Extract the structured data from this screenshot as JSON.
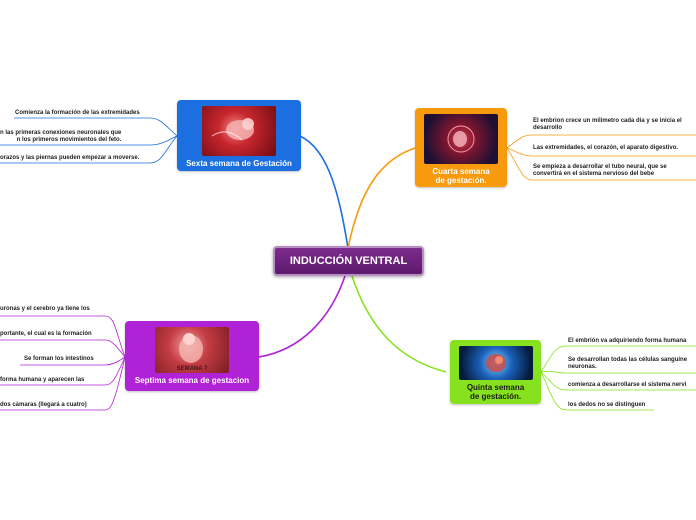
{
  "central": {
    "label": "INDUCCIÓN VENTRAL"
  },
  "colors": {
    "sexta": "#1b6fe0",
    "cuarta": "#f79a0e",
    "quinta": "#86e21e",
    "septima": "#b022d6",
    "central": "#6b2380"
  },
  "topics": {
    "sexta": {
      "label": "Sexta semana de Gestación",
      "subtopics": [
        "Comienza la formación de las extremidades",
        "n las primeras conexiones neuronales que",
        "n los primeros movimientos del feto.",
        "orazos y las piernas pueden empezar a moverse."
      ]
    },
    "cuarta": {
      "label_line1": "Cuarta semana",
      "label_line2": "de gestación.",
      "subtopics": [
        "El embrion crece un milimetro cada dia y se inicia el",
        "desarrollo",
        "Las extremidades, el corazón, el aparato digestivo.",
        "Se empieza a desarrollar el tubo neural, que se",
        "convertirá en el sistema nervioso del bebe"
      ]
    },
    "quinta": {
      "label_line1": "Quinta semana",
      "label_line2": "de gestación.",
      "subtopics": [
        "El embrión va adquiriendo forma humana",
        "Se desarrollan todas las células sanguíne",
        "neuronas.",
        "comienza a desarrollarse el sistema nervi",
        "los dedos no se distinguen"
      ]
    },
    "septima": {
      "label": "Septima semana de gestacion",
      "image_caption": "SEMANA 7",
      "subtopics": [
        "uronas y el cerebro ya tiene los",
        "portante, el cual es la formación",
        "Se forman los intestinos",
        "forma humana y aparecen las",
        "dos cámaras (llegará a cuatro)"
      ]
    }
  }
}
